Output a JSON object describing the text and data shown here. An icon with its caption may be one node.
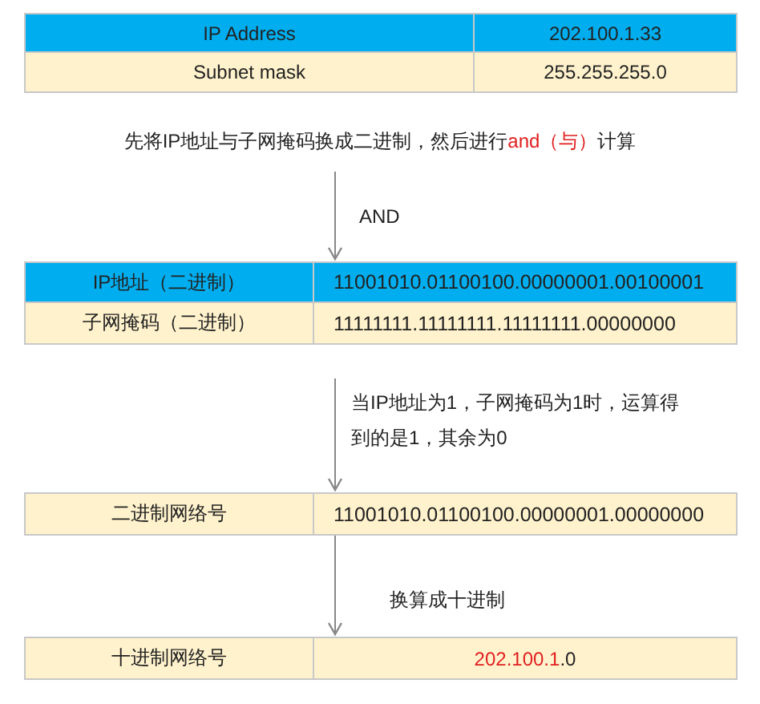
{
  "diagram": {
    "nodes": [
      {
        "text": [],
        "shape": "box"
      },
      {
        "text": [
          "IP Address"
        ],
        "in": 0
      },
      {
        "text": [
          "202.100.1.33"
        ],
        "in": 0
      },
      {
        "text": [
          "Subnet mask"
        ],
        "in": 0
      },
      {
        "text": [
          "255.255.255.0"
        ],
        "in": 0
      },
      {
        "text": [],
        "shape": "box"
      },
      {
        "text": [
          "IP地址（二进制）"
        ],
        "in": 5
      },
      {
        "text": [
          "11001010.01100100.00000001.00100001"
        ],
        "in": 5
      },
      {
        "text": [
          "子网掩码（二进制）"
        ],
        "in": 5
      },
      {
        "text": [
          "11111111.11111111.11111111.00000000"
        ],
        "in": 5
      },
      {
        "text": [],
        "shape": "box"
      },
      {
        "text": [
          "二进制网络号"
        ],
        "in": 10
      },
      {
        "text": [
          "11001010.01100100.00000001.00000000"
        ],
        "in": 10
      },
      {
        "text": [],
        "shape": "box"
      },
      {
        "text": [
          "十进制网络号"
        ],
        "in": 13
      },
      {
        "text": [
          "202.100.1",
          ".0"
        ],
        "in": 13
      }
    ],
    "edges": [
      {
        "from": null,
        "to": 5,
        "arrow": "to",
        "label": "AND"
      },
      {
        "from": null,
        "to": 10,
        "arrow": "to",
        "label": "当IP地址为1，子网掩码为1时，运算得到的是1，其余为0"
      },
      {
        "from": 10,
        "to": 13,
        "arrow": "to",
        "label": "换算成十进制"
      }
    ],
    "labels": [
      "先将IP地址与子网掩码换成二进制，然后进行",
      "and（与）",
      "计算"
    ]
  }
}
